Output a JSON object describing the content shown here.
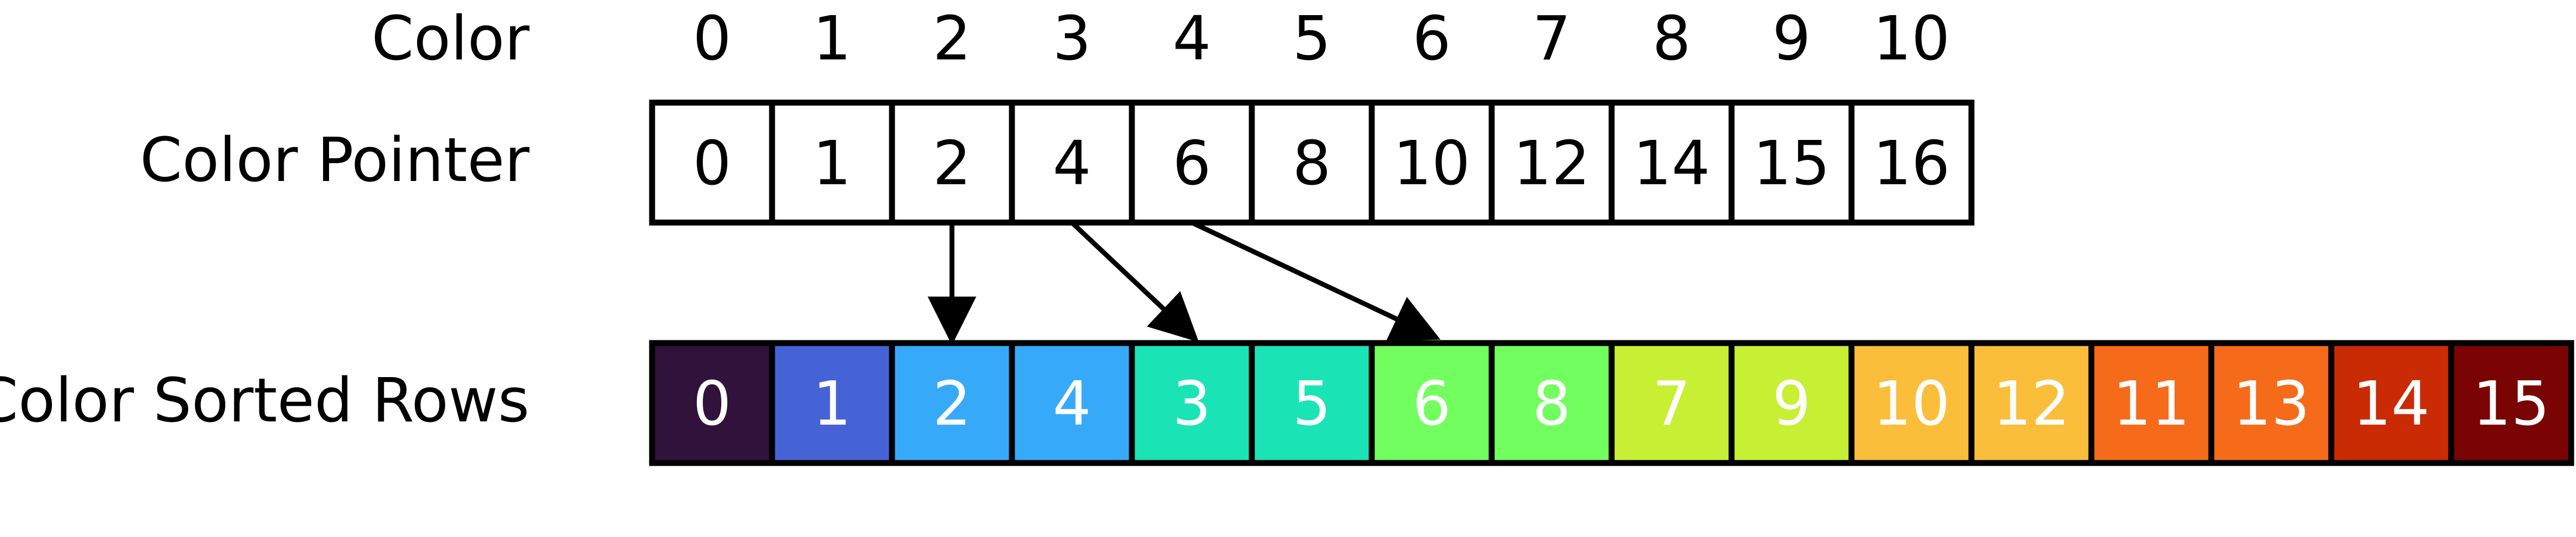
{
  "labels": {
    "color": "Color",
    "color_pointer": "Color Pointer",
    "color_sorted_rows": "Color Sorted Rows"
  },
  "colors": [
    "0",
    "1",
    "2",
    "3",
    "4",
    "5",
    "6",
    "7",
    "8",
    "9",
    "10"
  ],
  "color_pointer": [
    "0",
    "1",
    "2",
    "4",
    "6",
    "8",
    "10",
    "12",
    "14",
    "15",
    "16"
  ],
  "sorted_rows": [
    {
      "value": "0",
      "fill": "#30123b"
    },
    {
      "value": "1",
      "fill": "#4662d7"
    },
    {
      "value": "2",
      "fill": "#36aaf9"
    },
    {
      "value": "4",
      "fill": "#36aaf9"
    },
    {
      "value": "3",
      "fill": "#1ae4b6"
    },
    {
      "value": "5",
      "fill": "#1ae4b6"
    },
    {
      "value": "6",
      "fill": "#72fe5e"
    },
    {
      "value": "8",
      "fill": "#72fe5e"
    },
    {
      "value": "7",
      "fill": "#c7ef34"
    },
    {
      "value": "9",
      "fill": "#c7ef34"
    },
    {
      "value": "10",
      "fill": "#fabe3a"
    },
    {
      "value": "12",
      "fill": "#fabe3a"
    },
    {
      "value": "11",
      "fill": "#f66b19"
    },
    {
      "value": "13",
      "fill": "#f66b19"
    },
    {
      "value": "14",
      "fill": "#ca2a04"
    },
    {
      "value": "15",
      "fill": "#7a0403"
    }
  ],
  "arrows": [
    {
      "from_pointer_index": 2,
      "to_row_index": 2
    },
    {
      "from_pointer_index": 3,
      "to_row_index": 4
    },
    {
      "from_pointer_index": 4,
      "to_row_index": 6
    }
  ]
}
